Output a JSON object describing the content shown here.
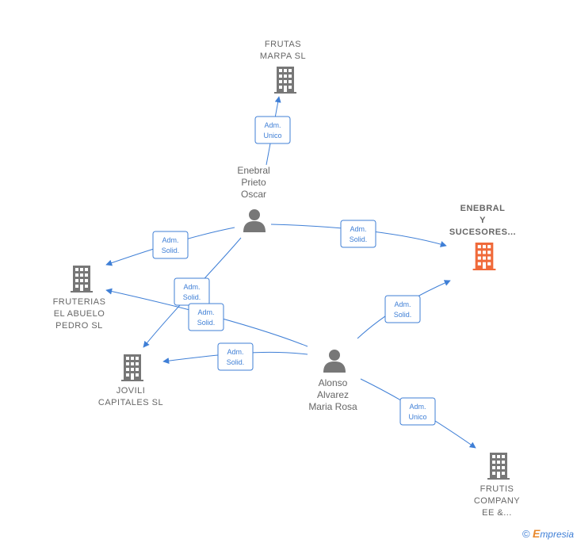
{
  "nodes": {
    "frutas_marpa": {
      "label_lines": [
        "FRUTAS",
        "MARPA  SL"
      ],
      "type": "company"
    },
    "enebral_sucesores": {
      "label_lines": [
        "ENEBRAL",
        "Y",
        "SUCESORES..."
      ],
      "type": "company-focus"
    },
    "fruterias": {
      "label_lines": [
        "FRUTERIAS",
        "EL ABUELO",
        "PEDRO  SL"
      ],
      "type": "company"
    },
    "jovili": {
      "label_lines": [
        "JOVILI",
        "CAPITALES  SL"
      ],
      "type": "company"
    },
    "frutis": {
      "label_lines": [
        "FRUTIS",
        "COMPANY",
        "EE &..."
      ],
      "type": "company"
    },
    "enebral_prieto": {
      "label_lines": [
        "Enebral",
        "Prieto",
        "Oscar"
      ],
      "type": "person"
    },
    "alonso_alvarez": {
      "label_lines": [
        "Alonso",
        "Alvarez",
        "Maria Rosa"
      ],
      "type": "person"
    }
  },
  "relations": [
    {
      "id": "r1",
      "lines": [
        "Adm.",
        "Unico"
      ]
    },
    {
      "id": "r2",
      "lines": [
        "Adm.",
        "Solid."
      ]
    },
    {
      "id": "r3",
      "lines": [
        "Adm.",
        "Solid."
      ]
    },
    {
      "id": "r4",
      "lines": [
        "Adm.",
        "Solid."
      ]
    },
    {
      "id": "r5",
      "lines": [
        "Adm.",
        "Solid."
      ]
    },
    {
      "id": "r6",
      "lines": [
        "Adm.",
        "Solid."
      ]
    },
    {
      "id": "r7",
      "lines": [
        "Adm.",
        "Solid."
      ]
    },
    {
      "id": "r8",
      "lines": [
        "Adm.",
        "Unico"
      ]
    }
  ],
  "colors": {
    "edge": "#3f7fd6",
    "company": "#777777",
    "focus": "#f06a3a",
    "person": "#777777"
  },
  "footer": {
    "copyright": "©",
    "brand_initial": "E",
    "brand_rest": "mpresia"
  }
}
